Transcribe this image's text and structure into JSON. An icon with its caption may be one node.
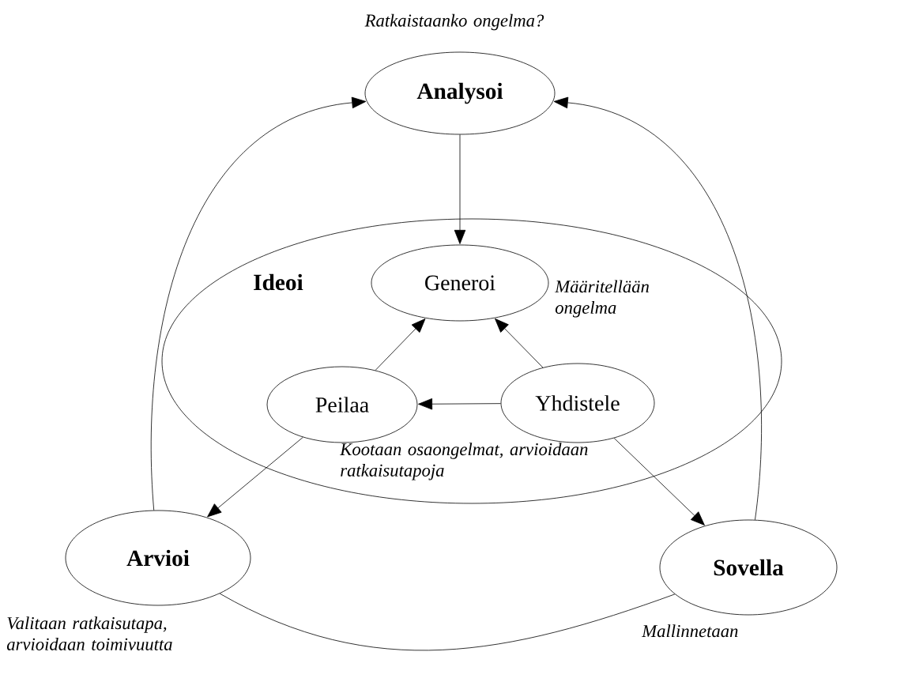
{
  "diagram": {
    "nodes": [
      {
        "text": [
          "Analysoi"
        ],
        "beside": [
          "Ratkaistaanko ongelma?"
        ]
      },
      {
        "text": [
          "Ideoi"
        ]
      },
      {
        "text": [
          "Generoi"
        ],
        "in": 1,
        "beside": [
          "Määritellään ongelma"
        ]
      },
      {
        "text": [
          "Peilaa"
        ],
        "in": 1
      },
      {
        "text": [
          "Yhdistele"
        ],
        "in": 1
      },
      {
        "text": [
          "Arvioi"
        ],
        "beside": [
          "Valitaan ratkaisutapa, arvioidaan toimivuutta"
        ]
      },
      {
        "text": [
          "Sovella"
        ],
        "beside": [
          "Mallinnetaan"
        ]
      }
    ],
    "edges": [
      {
        "from": 0,
        "to": 2,
        "arrow": "to"
      },
      {
        "from": 3,
        "to": 2,
        "arrow": "to"
      },
      {
        "from": 4,
        "to": 2,
        "arrow": "to"
      },
      {
        "from": 4,
        "to": 3,
        "arrow": "to"
      },
      {
        "from": 3,
        "to": 5,
        "arrow": "to"
      },
      {
        "from": 4,
        "to": 6,
        "arrow": "to"
      },
      {
        "from": 5,
        "to": 0,
        "arrow": "to"
      },
      {
        "from": 6,
        "to": 0,
        "arrow": "to"
      },
      {
        "from": 5,
        "to": 6,
        "arrow": "none"
      }
    ],
    "labels": [
      "Kootaan osaongelmat, arvioidaan ratkaisutapoja"
    ]
  }
}
